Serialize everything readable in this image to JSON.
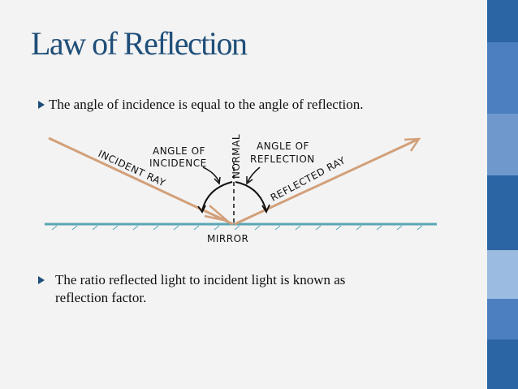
{
  "slide": {
    "title": "Law of Reflection",
    "bullets": [
      {
        "text": "The angle of incidence is equal to the angle of reflection."
      },
      {
        "line1": "The ratio reflected light to incident light is known as",
        "line2": "reflection factor."
      }
    ]
  },
  "diagram": {
    "labels": {
      "incident_ray": "INCIDENT RAY",
      "angle_of_incidence_line1": "ANGLE OF",
      "angle_of_incidence_line2": "INCIDENCE",
      "normal": "NORMAL",
      "angle_of_reflection_line1": "ANGLE OF",
      "angle_of_reflection_line2": "REFLECTION",
      "reflected_ray": "REFLECTED RAY",
      "mirror": "MIRROR"
    }
  },
  "colors": {
    "title": "#1f4e79",
    "ray": "#d2a07a",
    "mirror_line": "#5aa6b5",
    "bullet_arrow": "#1f4e79",
    "strip_blues": [
      "#2b65a4",
      "#4b7fbf",
      "#6f99cc",
      "#9bbbe0",
      "#2b65a4"
    ]
  }
}
